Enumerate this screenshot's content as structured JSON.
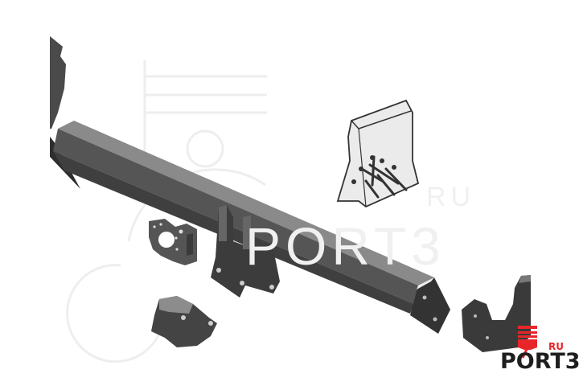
{
  "image": {
    "subject": "Tow bar (trailer hitch) assembly exploded view",
    "parts": [
      "left-bumper-bracket",
      "cross-beam",
      "socket-plate",
      "hitch-mount",
      "ball-mount-block",
      "hardware-bag",
      "right-bumper-bracket"
    ]
  },
  "watermark": {
    "brand": "PORT3",
    "suffix": "RU"
  },
  "logo": {
    "brand": "PORT3",
    "suffix": "RU",
    "colors": {
      "accent": "#e8262a",
      "text": "#1e1e1e"
    }
  },
  "colors": {
    "metal_dark": "#3a3a3a",
    "metal_mid": "#5a5a5a",
    "metal_light": "#8a8a8a",
    "background": "#ffffff",
    "watermark": "#eeeeee"
  }
}
